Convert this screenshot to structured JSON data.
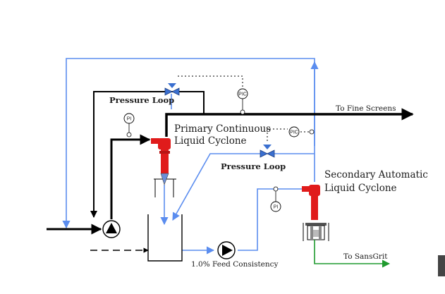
{
  "labels": {
    "pressure_loop_top": "Pressure Loop",
    "pressure_loop_mid": "Pressure Loop",
    "primary_line1": "Primary Continuous",
    "primary_line2": "Liquid Cyclone",
    "secondary_line1": "Secondary Automatic",
    "secondary_line2": "Liquid Cyclone",
    "to_fine_screens": "To Fine Screens",
    "to_sansgrit": "To SansGrit",
    "feed_consistency": "1.0% Feed Consistency"
  },
  "instruments": {
    "pic": "PIC",
    "pi": "PI"
  },
  "colors": {
    "main_flow": "#000000",
    "recycle_flow": "#5b8def",
    "grit_flow": "#1f9a2e",
    "cyclone": "#e01b1b",
    "valve": "#3a6fd0"
  },
  "icons": [
    "pump-icon",
    "valve-icon",
    "tank-icon",
    "cyclone-icon",
    "pressure-indicator-icon",
    "pressure-controller-icon"
  ]
}
